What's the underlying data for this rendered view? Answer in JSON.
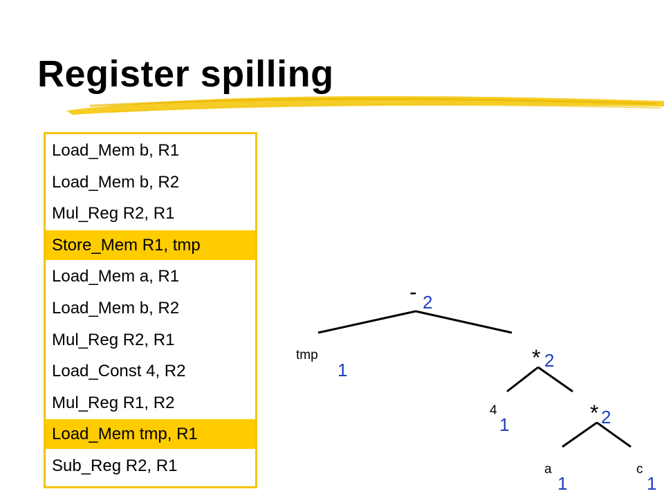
{
  "slide": {
    "title": "Register spilling",
    "accent_color": "#f5c400",
    "highlight_color": "#ffcc00",
    "number_color": "#1f3fbf"
  },
  "code": {
    "lines": [
      {
        "text": "Load_Mem b, R1",
        "highlighted": false
      },
      {
        "text": "Load_Mem b, R2",
        "highlighted": false
      },
      {
        "text": "Mul_Reg R2, R1",
        "highlighted": false
      },
      {
        "text": "Store_Mem R1, tmp",
        "highlighted": true
      },
      {
        "text": "Load_Mem a, R1",
        "highlighted": false
      },
      {
        "text": "Load_Mem b, R2",
        "highlighted": false
      },
      {
        "text": "Mul_Reg R2, R1",
        "highlighted": false
      },
      {
        "text": "Load_Const 4, R2",
        "highlighted": false
      },
      {
        "text": "Mul_Reg R1, R2",
        "highlighted": false
      },
      {
        "text": "Load_Mem tmp, R1",
        "highlighted": true
      },
      {
        "text": "Sub_Reg R2, R1",
        "highlighted": false
      }
    ]
  },
  "tree": {
    "nodes": {
      "minus": {
        "op": "-",
        "weight": "2"
      },
      "tmp": {
        "label": "tmp",
        "weight": "1"
      },
      "mul1": {
        "op": "*",
        "weight": "2"
      },
      "four": {
        "label": "4",
        "weight": "1"
      },
      "mul2": {
        "op": "*",
        "weight": "2"
      },
      "a": {
        "label": "a",
        "weight": "1"
      },
      "c": {
        "label": "c",
        "weight": "1"
      }
    }
  }
}
